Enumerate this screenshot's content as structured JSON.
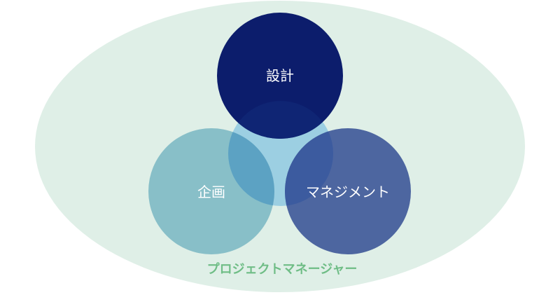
{
  "diagram": {
    "outer_label": "プロジェクトマネージャー",
    "circles": {
      "design": "設計",
      "planning": "企画",
      "management": "マネジメント"
    }
  },
  "colors": {
    "outer_fill": "#dfefe7",
    "outer_label": "#6fbd86",
    "design_fill": "#0c1d6c",
    "planning_fill": "#83bcc6",
    "management_fill": "#4d66a0",
    "center_fill": "#9ccfe2"
  }
}
